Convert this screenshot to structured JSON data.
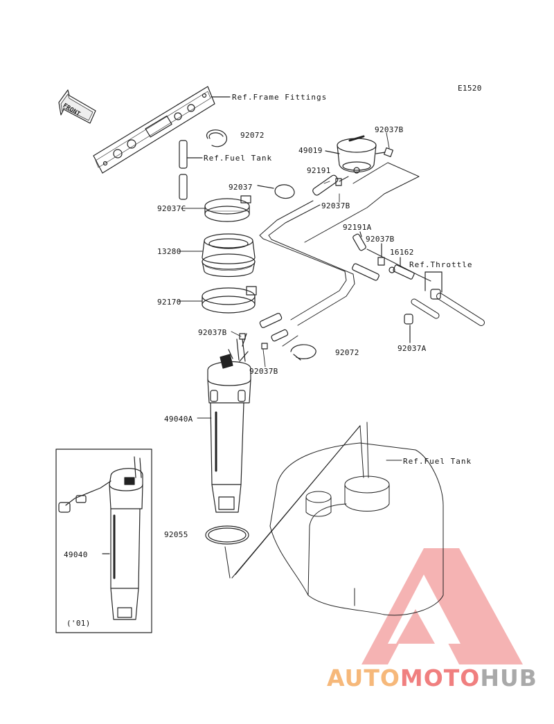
{
  "diagram_code": "E1520",
  "front_arrow_label": "FRONT",
  "labels": {
    "ref_frame_fittings": "Ref.Frame Fittings",
    "ref_fuel_tank_upper": "Ref.Fuel Tank",
    "ref_fuel_tank_lower": "Ref.Fuel Tank",
    "ref_throttle": "Ref.Throttle",
    "p92072_upper": "92072",
    "p92072_lower": "92072",
    "p49019": "49019",
    "p92037b_top": "92037B",
    "p92191": "92191",
    "p92037": "92037",
    "p92037c": "92037C",
    "p92037b_mid": "92037B",
    "p92191a": "92191A",
    "p92037b_right": "92037B",
    "p16162": "16162",
    "p13280": "13280",
    "p92170": "92170",
    "p92037a": "92037A",
    "p92037b_left": "92037B",
    "p92037b_lower": "92037B",
    "p49040a": "49040A",
    "p92055": "92055",
    "p49040": "49040",
    "inset_year": "('01)"
  },
  "watermark": {
    "part1": "AUTO",
    "part2": "MOTO",
    "part3": "HUB",
    "color1": "#f6b87a",
    "color2": "#f07f7f",
    "color3": "#a9a9a9"
  }
}
